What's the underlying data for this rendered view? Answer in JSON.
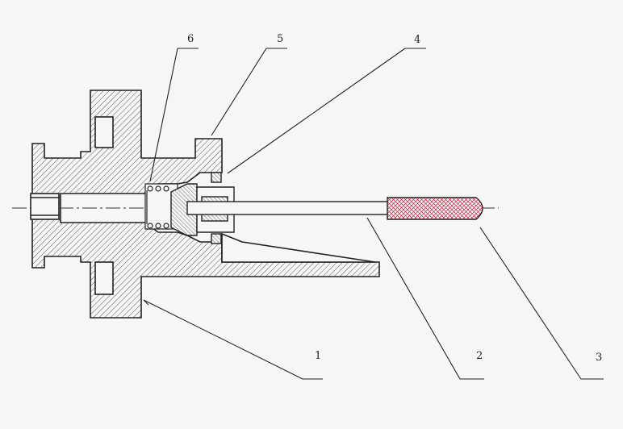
{
  "drawing": {
    "callouts": [
      {
        "id": "1",
        "label": "1"
      },
      {
        "id": "2",
        "label": "2"
      },
      {
        "id": "3",
        "label": "3"
      },
      {
        "id": "4",
        "label": "4"
      },
      {
        "id": "5",
        "label": "5"
      },
      {
        "id": "6",
        "label": "6"
      }
    ]
  }
}
